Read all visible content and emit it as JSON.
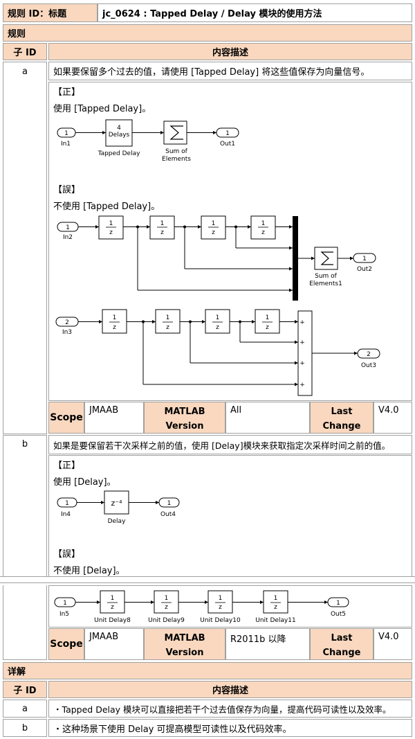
{
  "header": {
    "rule_id_label": "规则 ID：标题",
    "rule_title": "jc_0624 : Tapped Delay / Delay 模块的使用方法"
  },
  "rules_section": {
    "label": "规则",
    "col_sub_id": "子 ID",
    "col_desc": "内容描述"
  },
  "rule_a": {
    "id": "a",
    "text": "如果要保留多个过去的值，请使用 [Tapped Delay] 将这些值保存为向量信号。",
    "correct_label": "【正】",
    "correct_text": "使用 [Tapped Delay]。",
    "wrong_label": "【誤】",
    "wrong_text": "不使用 [Tapped Delay]。",
    "diagram1": {
      "in": "1",
      "in_name": "In1",
      "block_line1": "4",
      "block_line2": "Delays",
      "block_name": "Tapped Delay",
      "sum_name1": "Sum of",
      "sum_name2": "Elements",
      "out": "1",
      "out_name": "Out1"
    },
    "diagram2": {
      "in": "1",
      "in_name": "In2",
      "z_num": "1",
      "z_den": "z",
      "sum_name1": "Sum of",
      "sum_name2": "Elements1",
      "out": "1",
      "out_name": "Out2"
    },
    "diagram3": {
      "in": "2",
      "in_name": "In3",
      "z_num": "1",
      "z_den": "z",
      "plus": "+",
      "out": "2",
      "out_name": "Out3"
    },
    "meta": {
      "scope_label": "Scope",
      "scope_value": "JMAAB",
      "matlab_label1": "MATLAB",
      "matlab_label2": "Version",
      "matlab_value": "All",
      "change_label1": "Last",
      "change_label2": "Change",
      "change_value": "V4.0"
    }
  },
  "rule_b": {
    "id": "b",
    "text": "如果是要保留若干次采样之前的值，使用 [Delay]模块来获取指定次采样时间之前的值。",
    "correct_label": "【正】",
    "correct_text": "使用 [Delay]。",
    "wrong_label": "【誤】",
    "wrong_text": "不使用 [Delay]。",
    "diagram4": {
      "in": "1",
      "in_name": "In4",
      "block": "z⁻⁴",
      "block_name": "Delay",
      "out": "1",
      "out_name": "Out4"
    },
    "diagram5": {
      "in": "1",
      "in_name": "In5",
      "z_num": "1",
      "z_den": "z",
      "names": [
        "Unit Delay8",
        "Unit Delay9",
        "Unit Delay10",
        "Unit Delay11"
      ],
      "out": "1",
      "out_name": "Out5"
    },
    "meta": {
      "scope_label": "Scope",
      "scope_value": "JMAAB",
      "matlab_label1": "MATLAB",
      "matlab_label2": "Version",
      "matlab_value": "R2011b 以降",
      "change_label1": "Last",
      "change_label2": "Change",
      "change_value": "V4.0"
    }
  },
  "details_section": {
    "label": "详解",
    "col_sub_id": "子 ID",
    "col_desc": "内容描述",
    "rows": [
      {
        "id": "a",
        "text": "・Tapped Delay 模块可以直接把若干个过去值保存为向量，提高代码可读性以及效率。"
      },
      {
        "id": "b",
        "text": "・这种场景下使用 Delay 可提高模型可读性以及代码效率。"
      }
    ]
  }
}
